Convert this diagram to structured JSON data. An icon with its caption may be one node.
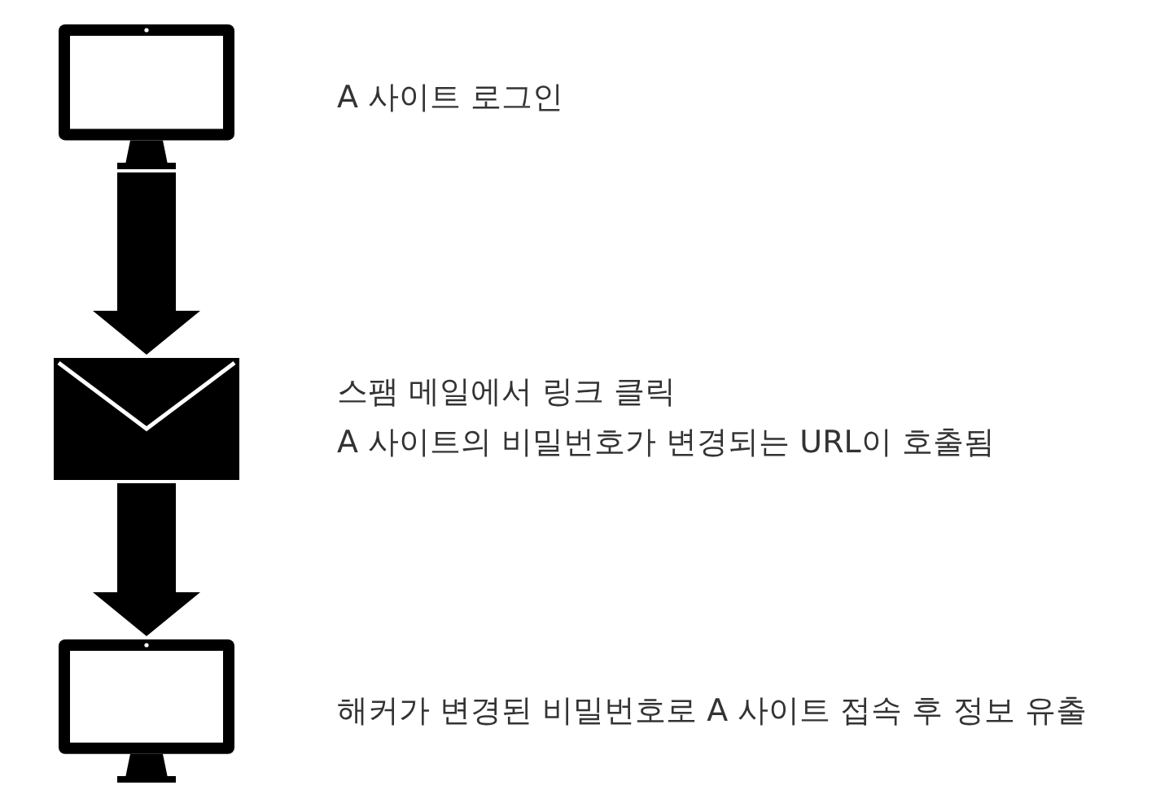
{
  "diagram": {
    "nodes": [
      {
        "text": [],
        "shape": "monitor",
        "beside": [
          "A 사이트 로그인"
        ]
      },
      {
        "text": [],
        "shape": "envelope",
        "beside": [
          "스팸 메일에서 링크 클릭",
          "A 사이트의 비밀번호가 변경되는 URL이 호출됨"
        ]
      },
      {
        "text": [],
        "shape": "monitor",
        "beside": [
          "해커가 변경된 비밀번호로 A 사이트 접속 후 정보 유출"
        ]
      }
    ],
    "edges": [
      {
        "from": 0,
        "to": 1,
        "arrow": "to"
      },
      {
        "from": 1,
        "to": 2,
        "arrow": "to"
      }
    ]
  }
}
